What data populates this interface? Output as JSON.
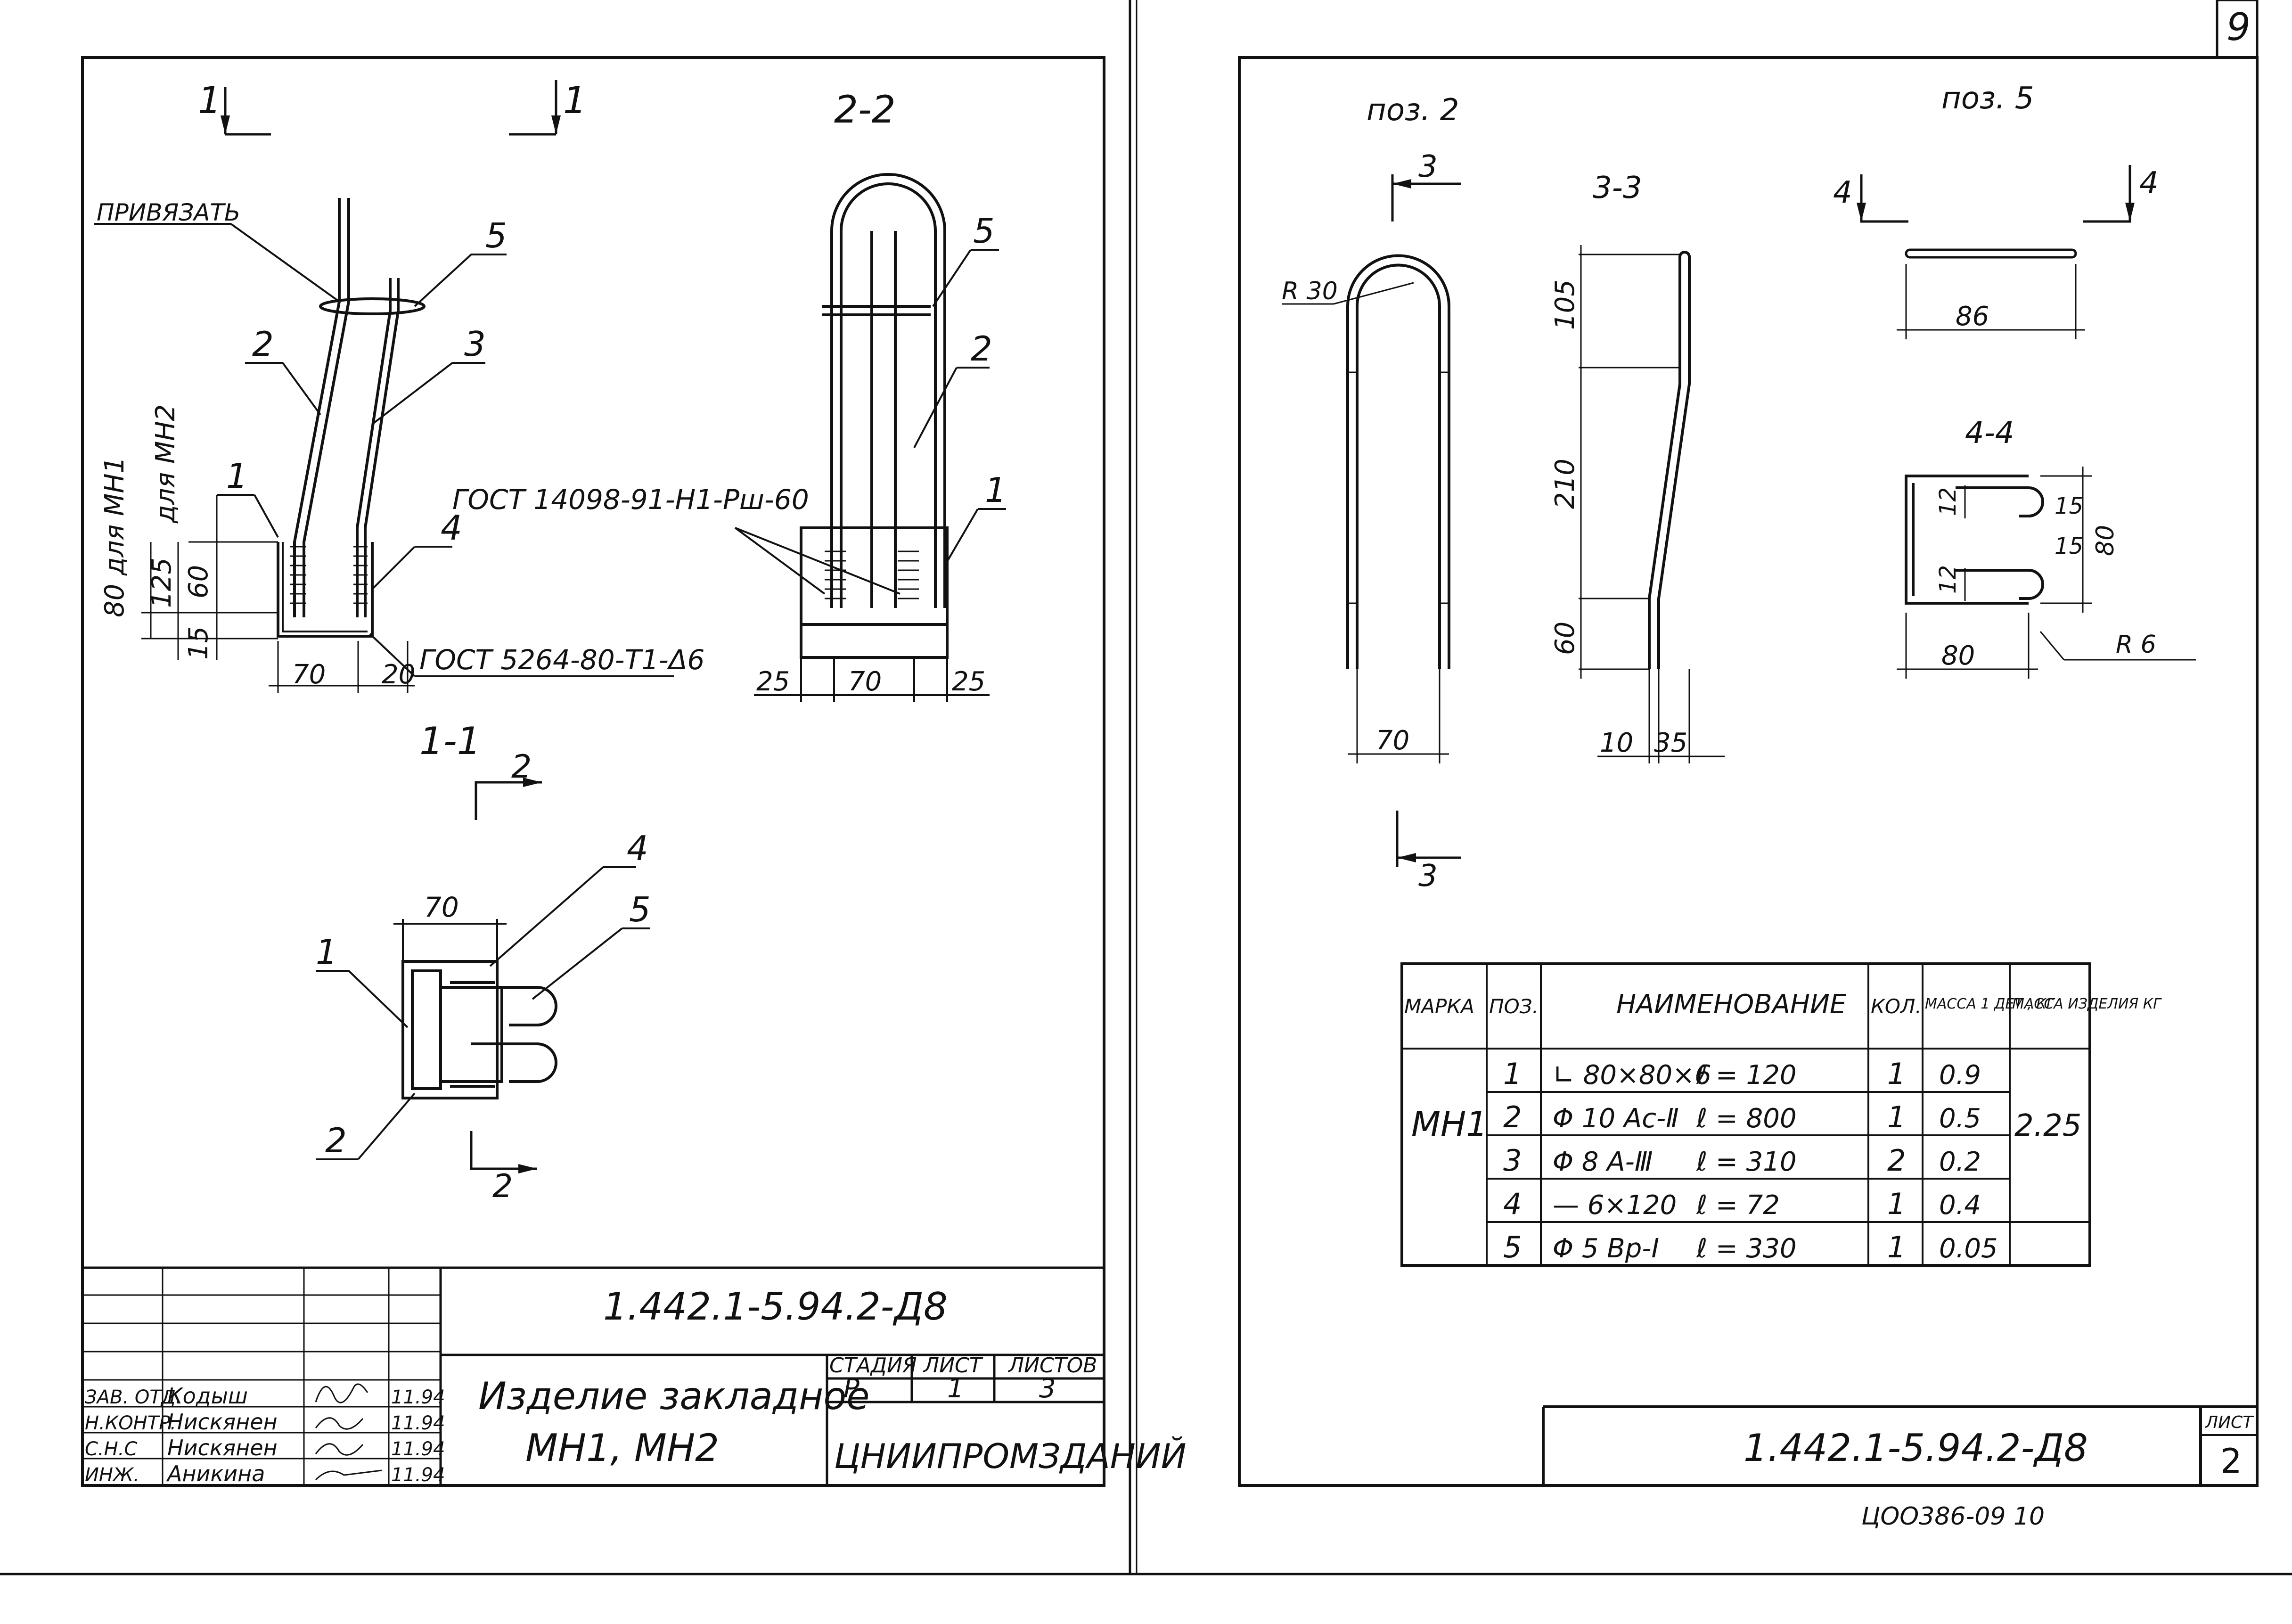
{
  "page_number": "9",
  "left_sheet": {
    "cut_markers": {
      "section_1_left": "1",
      "section_1_right": "1",
      "section_2_top": "2",
      "section_2_bottom": "2"
    },
    "section_labels": {
      "s22": "2-2",
      "s11": "1-1"
    },
    "callouts": {
      "tie_note": "ПРИВЯЗАТЬ",
      "weld_note_1": "ГОСТ 14098-91-Н1-Рш-60",
      "weld_note_2": "ГОСТ 5264-80-Т1-Δ6",
      "pos_1": "1",
      "pos_2": "2",
      "pos_3": "3",
      "pos_4": "4",
      "pos_5": "5"
    },
    "dimensions": {
      "d80mh1": "80 для МН1",
      "dmh2": "для МН2",
      "d125": "125",
      "d60": "60",
      "d15": "15",
      "d70": "70",
      "d20": "20",
      "d25a": "25",
      "d70b": "70",
      "d25b": "25",
      "d70c": "70"
    },
    "title_block": {
      "code": "1.442.1-5.94.2-Д8",
      "title_line1": "Изделие закладное",
      "title_line2": "МН1,  МН2",
      "org": "ЦНИИПРОМЗДАНИЙ",
      "headers": {
        "stage": "СТАДИЯ",
        "sheet": "ЛИСТ",
        "sheets": "ЛИСТОВ"
      },
      "values": {
        "stage": "Р",
        "sheet": "1",
        "sheets": "3"
      },
      "rows": [
        {
          "role": "ЗАВ. ОТД.",
          "name": "Кодыш",
          "date": "11.94"
        },
        {
          "role": "Н.КОНТР.",
          "name": "Нискянен",
          "date": "11.94"
        },
        {
          "role": "С.Н.С",
          "name": "Нискянен",
          "date": "11.94"
        },
        {
          "role": "ИНЖ.",
          "name": "Аникина",
          "date": "11.94"
        }
      ]
    }
  },
  "right_sheet": {
    "labels": {
      "poz2": "поз. 2",
      "poz5": "поз. 5",
      "s33": "3-3",
      "s44": "4-4",
      "cut3a": "3",
      "cut3b": "3",
      "cut4a": "4",
      "cut4b": "4"
    },
    "dimensions": {
      "r30": "R 30",
      "d70": "70",
      "d105": "105",
      "d210": "210",
      "d60": "60",
      "d10": "10",
      "d35": "35",
      "d86": "86",
      "d12a": "12",
      "d12b": "12",
      "d15a": "15",
      "d15b": "15",
      "d80v": "80",
      "d80h": "80",
      "r6": "R 6"
    },
    "spec_table": {
      "headers": {
        "mark": "МАРКА",
        "pos": "ПОЗ.",
        "name": "НАИМЕНОВАНИЕ",
        "qty": "КОЛ.",
        "mass_part": "МАССА 1 ДЕТ., КГ",
        "mass_item": "МАССА ИЗДЕЛИЯ КГ"
      },
      "mark": "МН1",
      "item_mass": "2.25",
      "rows": [
        {
          "pos": "1",
          "name": "∟ 80×80×6",
          "len": "ℓ = 120",
          "qty": "1",
          "mass": "0.9"
        },
        {
          "pos": "2",
          "name": "Φ 10 Ас-Ⅱ",
          "len": "ℓ = 800",
          "qty": "1",
          "mass": "0.5"
        },
        {
          "pos": "3",
          "name": "Φ 8 А-Ⅲ",
          "len": "ℓ = 310",
          "qty": "2",
          "mass": "0.2"
        },
        {
          "pos": "4",
          "name": "— 6×120",
          "len": "ℓ = 72",
          "qty": "1",
          "mass": "0.4"
        },
        {
          "pos": "5",
          "name": "Φ 5 Вр-Ⅰ",
          "len": "ℓ = 330",
          "qty": "1",
          "mass": "0.05"
        }
      ]
    },
    "title_block": {
      "code": "1.442.1-5.94.2-Д8",
      "sheet_label": "ЛИСТ",
      "sheet_no": "2"
    },
    "footer_note": "ЦОО386-09    10"
  }
}
